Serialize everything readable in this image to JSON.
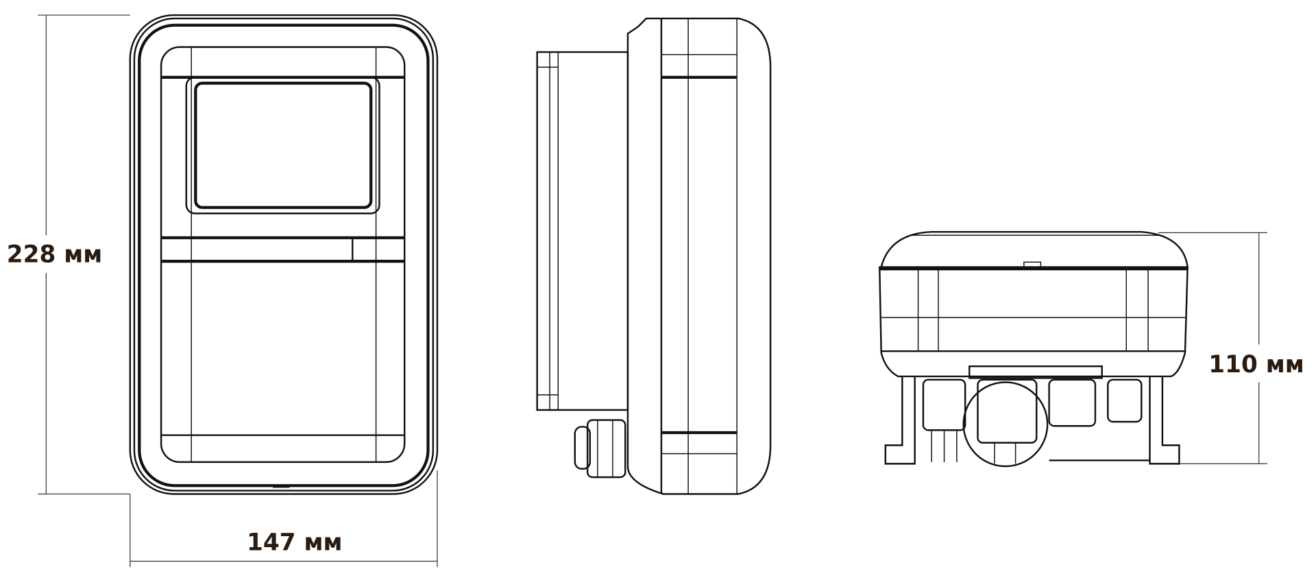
{
  "dimensions": {
    "height_label": "228 мм",
    "width_label": "147 мм",
    "depth_label": "110 мм"
  },
  "colors": {
    "line": "#111111",
    "label": "#2b1b10"
  }
}
